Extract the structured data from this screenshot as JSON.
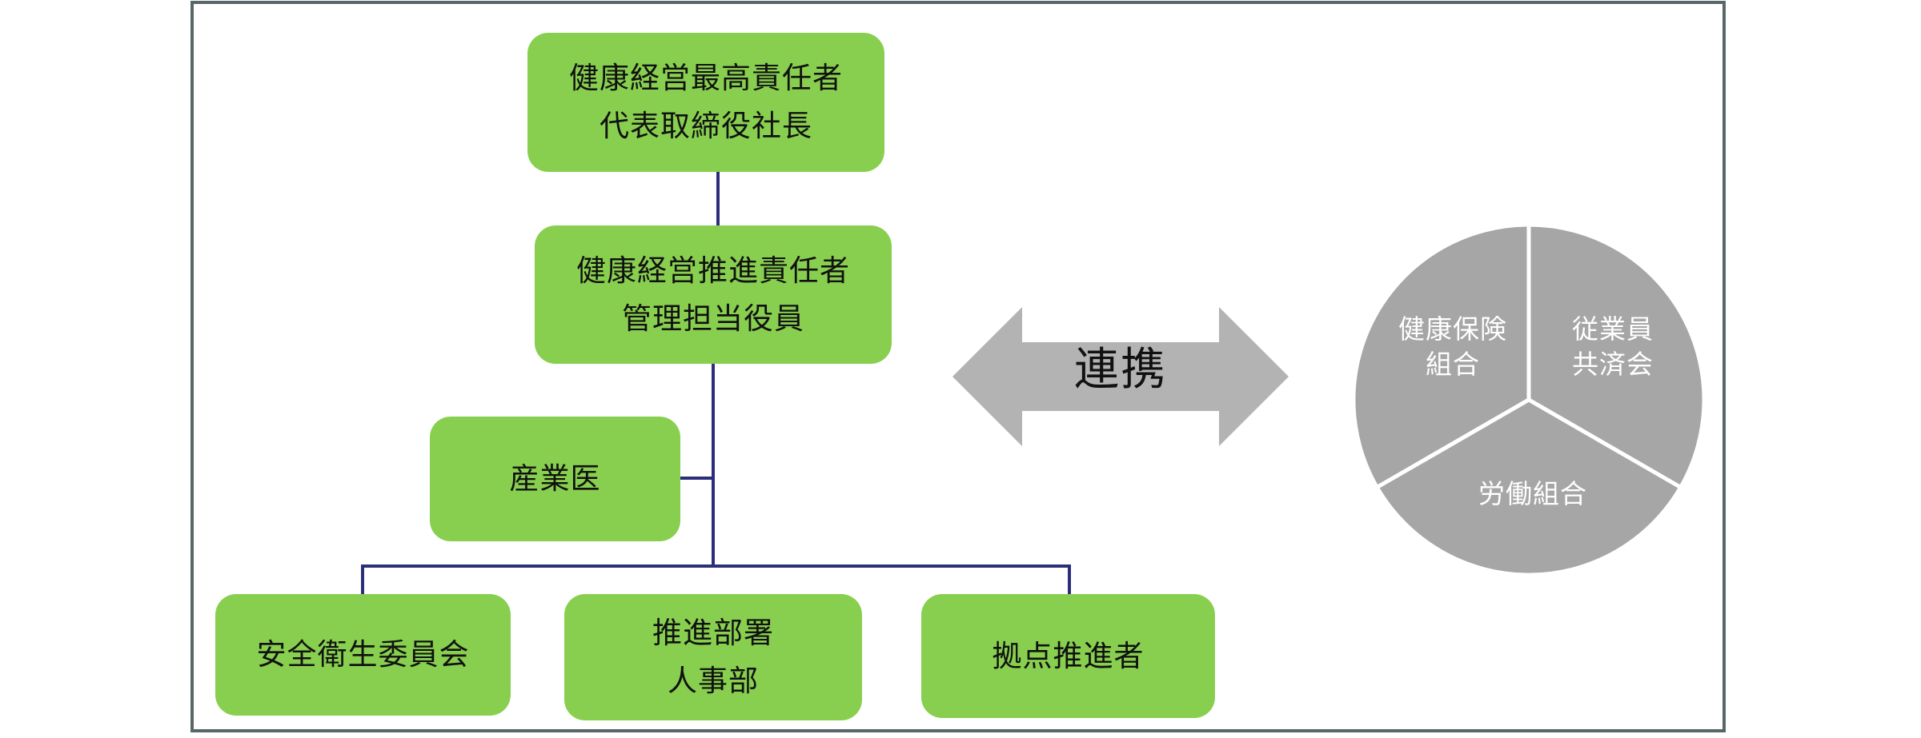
{
  "org_chart": {
    "top": {
      "line1": "健康経営最高責任者",
      "line2": "代表取締役社長"
    },
    "promotion": {
      "line1": "健康経営推進責任者",
      "line2": "管理担当役員"
    },
    "doctor": {
      "label": "産業医"
    },
    "committee": {
      "label": "安全衛生委員会"
    },
    "department": {
      "line1": "推進部署",
      "line2": "人事部"
    },
    "site": {
      "label": "拠点推進者"
    }
  },
  "link_arrow": {
    "label": "連携"
  },
  "partners": {
    "segments": [
      {
        "line1": "健康保険",
        "line2": "組合"
      },
      {
        "line1": "従業員",
        "line2": "共済会"
      },
      {
        "line1": "労働組合",
        "line2": ""
      }
    ]
  },
  "colors": {
    "box_fill": "#88cf4f",
    "connector": "#2b2f7a",
    "arrow": "#b3b3b3",
    "pie": "#a6a6a6",
    "frame": "#58666a"
  }
}
